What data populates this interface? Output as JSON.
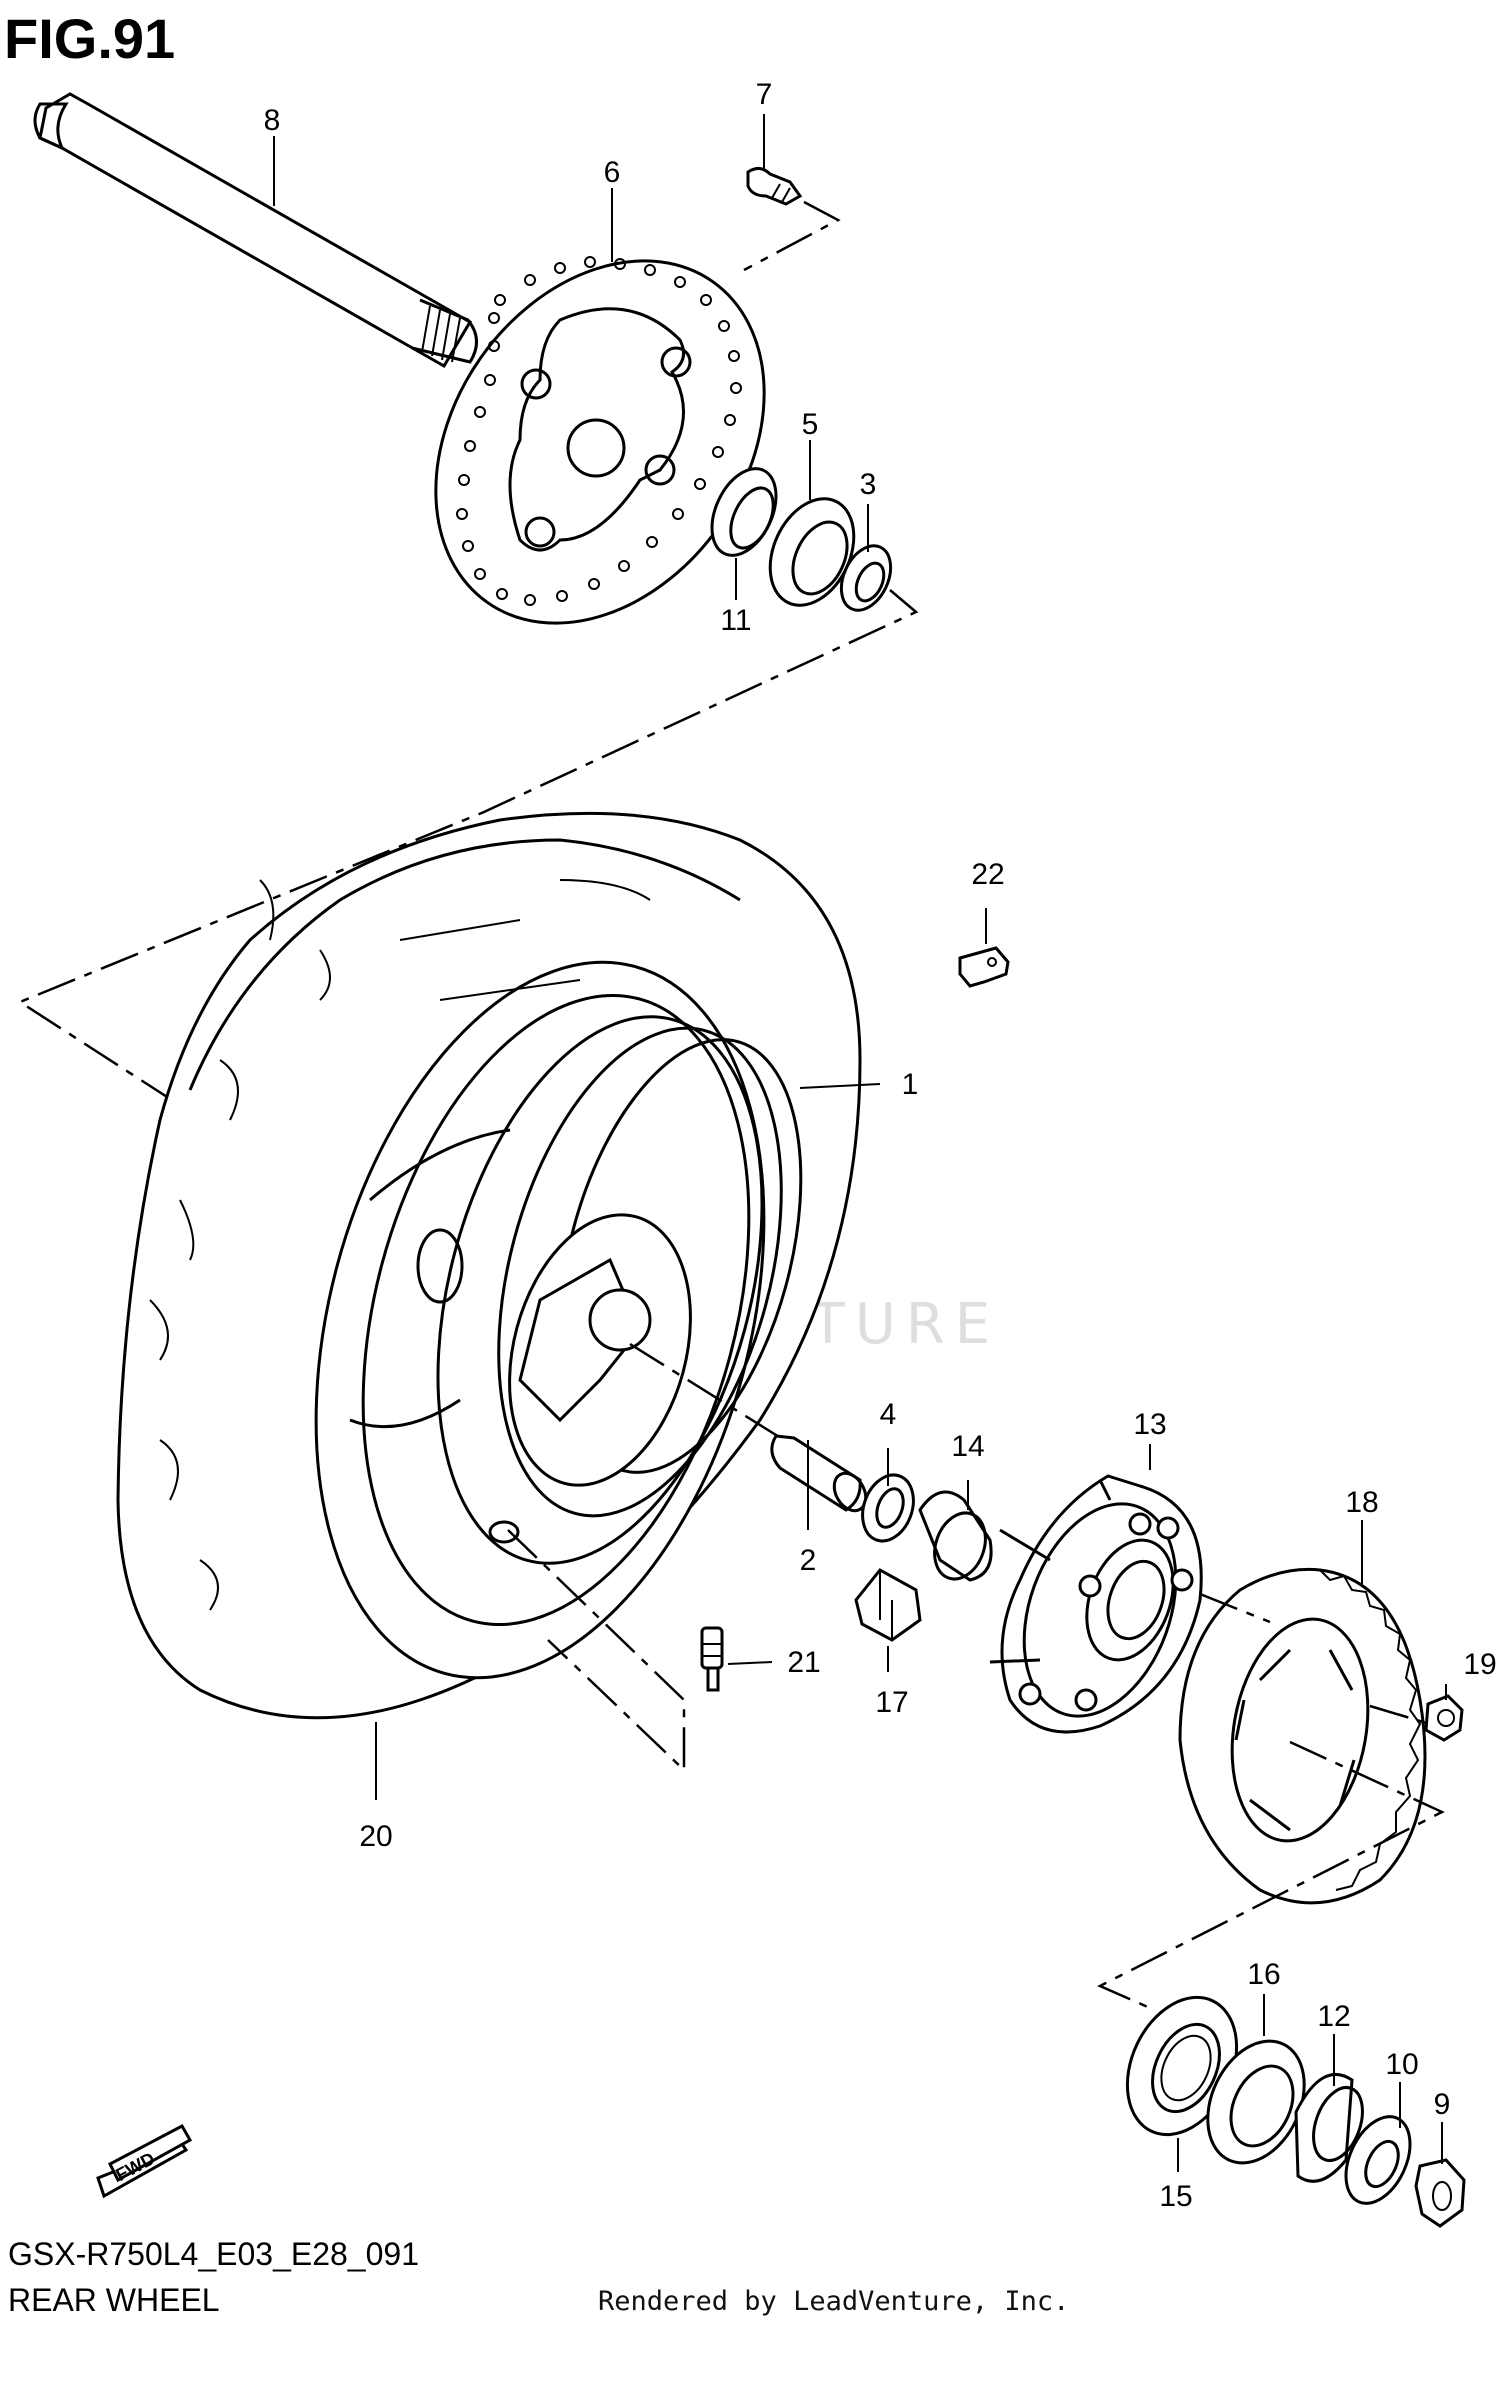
{
  "figure": {
    "title": "FIG.91",
    "model_code": "GSX-R750L4_E03_E28_091",
    "section_name": "REAR WHEEL",
    "render_credit": "Rendered by LeadVenture, Inc.",
    "watermark": "LEADVENTURE"
  },
  "direction_badge": {
    "label": "FWD"
  },
  "callouts": [
    {
      "id": "1",
      "label": "1"
    },
    {
      "id": "2",
      "label": "2"
    },
    {
      "id": "3",
      "label": "3"
    },
    {
      "id": "4",
      "label": "4"
    },
    {
      "id": "5",
      "label": "5"
    },
    {
      "id": "6",
      "label": "6"
    },
    {
      "id": "7",
      "label": "7"
    },
    {
      "id": "8",
      "label": "8"
    },
    {
      "id": "9",
      "label": "9"
    },
    {
      "id": "10",
      "label": "10"
    },
    {
      "id": "11",
      "label": "11"
    },
    {
      "id": "12",
      "label": "12"
    },
    {
      "id": "13",
      "label": "13"
    },
    {
      "id": "14",
      "label": "14"
    },
    {
      "id": "15",
      "label": "15"
    },
    {
      "id": "16",
      "label": "16"
    },
    {
      "id": "17",
      "label": "17"
    },
    {
      "id": "18",
      "label": "18"
    },
    {
      "id": "19",
      "label": "19"
    },
    {
      "id": "20",
      "label": "20"
    },
    {
      "id": "21",
      "label": "21"
    },
    {
      "id": "22",
      "label": "22"
    }
  ]
}
